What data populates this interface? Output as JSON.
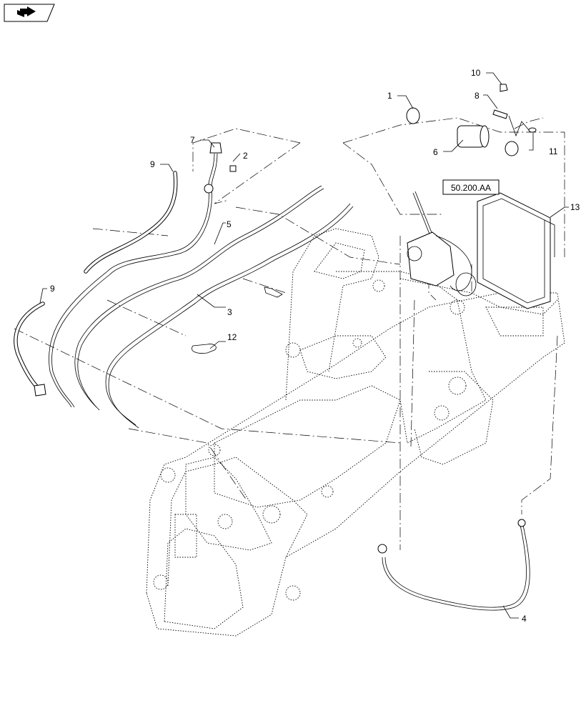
{
  "nav": {
    "icon": "back-arrow-icon"
  },
  "reference": {
    "label": "50.200.AA"
  },
  "callouts": [
    {
      "id": "c1",
      "label": "1"
    },
    {
      "id": "c2",
      "label": "2"
    },
    {
      "id": "c3",
      "label": "3"
    },
    {
      "id": "c4",
      "label": "4"
    },
    {
      "id": "c5",
      "label": "5"
    },
    {
      "id": "c6",
      "label": "6"
    },
    {
      "id": "c7",
      "label": "7"
    },
    {
      "id": "c8",
      "label": "8"
    },
    {
      "id": "c9a",
      "label": "9"
    },
    {
      "id": "c9b",
      "label": "9"
    },
    {
      "id": "c10",
      "label": "10"
    },
    {
      "id": "c11",
      "label": "11"
    },
    {
      "id": "c12",
      "label": "12"
    },
    {
      "id": "c13",
      "label": "13"
    }
  ]
}
